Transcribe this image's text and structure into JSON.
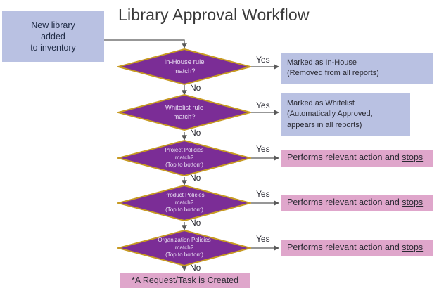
{
  "diagram": {
    "title": "Library Approval Workflow",
    "start": {
      "lines": [
        "New library",
        "added",
        "to inventory"
      ],
      "color": "#b9c1e2"
    },
    "colors": {
      "diamond_fill": "#7b2d96",
      "diamond_stroke": "#c79a22",
      "diamond_text": "#e9dff3",
      "blue_box": "#b9c1e2",
      "pink_box": "#dfa6cb",
      "connector": "#595959",
      "title_text": "#3a3a3a"
    },
    "edge_labels": {
      "yes": "Yes",
      "no": "No"
    },
    "steps": [
      {
        "id": "in-house",
        "decision_lines": [
          "In-House rule",
          "match?"
        ],
        "yes_label": "Yes",
        "no_label": "No",
        "result_lines": [
          "Marked as In-House",
          "(Removed from all reports)"
        ],
        "result_style": "blue"
      },
      {
        "id": "whitelist",
        "decision_lines": [
          "Whitelist rule",
          "match?"
        ],
        "yes_label": "Yes",
        "no_label": "No",
        "result_lines": [
          "Marked as Whitelist",
          "(Automatically Approved,",
          "appears in all reports)"
        ],
        "result_style": "blue"
      },
      {
        "id": "project-policies",
        "decision_lines": [
          "Project Policies",
          "match?",
          "(Top to bottom)"
        ],
        "yes_label": "Yes",
        "no_label": "No",
        "result_prefix": "Performs relevant action and ",
        "result_underlined": "stops",
        "result_style": "pink"
      },
      {
        "id": "product-policies",
        "decision_lines": [
          "Product Policies",
          "match?",
          "(Top to bottom)"
        ],
        "yes_label": "Yes",
        "no_label": "No",
        "result_prefix": "Performs relevant action and ",
        "result_underlined": "stops",
        "result_style": "pink"
      },
      {
        "id": "organization-policies",
        "decision_lines": [
          "Organization Policies",
          "match?",
          "(Top to bottom)"
        ],
        "yes_label": "Yes",
        "no_label": "No",
        "result_prefix": "Performs relevant action and ",
        "result_underlined": "stops",
        "result_style": "pink"
      }
    ],
    "end": {
      "text": "*A Request/Task is Created",
      "color": "#dfa6cb"
    }
  }
}
